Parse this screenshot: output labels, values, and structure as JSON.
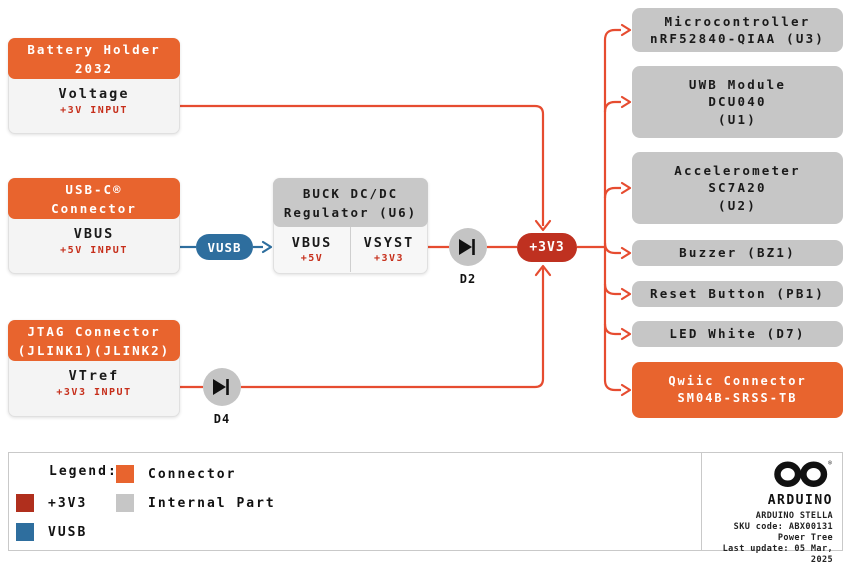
{
  "sources": {
    "battery": {
      "header_line1": "Battery Holder",
      "header_line2": "2032",
      "signal": "Voltage",
      "detail": "+3V INPUT"
    },
    "usb": {
      "header_line1": "USB-C®",
      "header_line2": "Connector",
      "signal": "VBUS",
      "detail": "+5V INPUT"
    },
    "jtag": {
      "header_line1": "JTAG Connector",
      "header_line2": "(JLINK1)(JLINK2)",
      "signal": "VTref",
      "detail": "+3V3 INPUT"
    }
  },
  "regulator": {
    "header_line1": "BUCK DC/DC",
    "header_line2": "Regulator (U6)",
    "input_signal": "VBUS",
    "input_detail": "+5V",
    "output_signal": "VSYST",
    "output_detail": "+3V3"
  },
  "nets": {
    "vusb": "VUSB",
    "v3v3": "+3V3"
  },
  "diodes": {
    "d2": "D2",
    "d4": "D4"
  },
  "loads": [
    {
      "lines": [
        "Microcontroller",
        "nRF52840-QIAA (U3)"
      ]
    },
    {
      "lines": [
        "UWB Module",
        "DCU040",
        "(U1)"
      ]
    },
    {
      "lines": [
        "Accelerometer",
        "SC7A20",
        "(U2)"
      ]
    },
    {
      "lines": [
        "Buzzer (BZ1)"
      ]
    },
    {
      "lines": [
        "Reset Button (PB1)"
      ]
    },
    {
      "lines": [
        "LED White (D7)"
      ]
    },
    {
      "lines": [
        "Qwiic Connector",
        "SM04B-SRSS-TB"
      ]
    }
  ],
  "legend": {
    "title": "Legend:",
    "items": [
      {
        "label": "+3V3",
        "swatch": "#b02f1d"
      },
      {
        "label": "VUSB",
        "swatch": "#2e6e9e"
      },
      {
        "label": "Connector",
        "swatch": "#e8642e"
      },
      {
        "label": "Internal Part",
        "swatch": "#c6c6c6"
      }
    ]
  },
  "footer": {
    "brand": "ARDUINO",
    "info_lines": [
      "ARDUINO STELLA",
      "SKU code: ABX00131",
      "Power Tree",
      "Last update: 05 Mar, 2025"
    ]
  },
  "colors": {
    "connector_orange": "#e8642e",
    "net_red": "#bf3120",
    "wire_red": "#e64c30",
    "vusb_blue": "#2e6e9e",
    "internal_gray": "#c6c6c6"
  }
}
